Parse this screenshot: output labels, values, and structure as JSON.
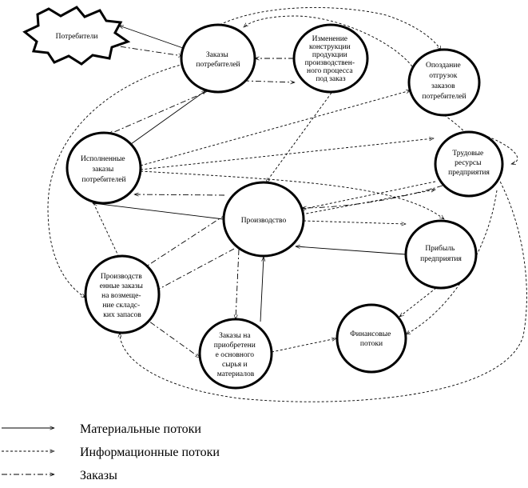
{
  "nodes": [
    {
      "id": "consumers",
      "lines": [
        "Потребители"
      ]
    },
    {
      "id": "orders",
      "lines": [
        "Заказы",
        "потребителей"
      ]
    },
    {
      "id": "change",
      "lines": [
        "Изменение",
        "конструкции",
        "продукции",
        "производствен-",
        "ного процесса",
        "под заказ"
      ]
    },
    {
      "id": "delay",
      "lines": [
        "Опоздание",
        "отгрузок",
        "заказов",
        "потребителей"
      ]
    },
    {
      "id": "fulfilled",
      "lines": [
        "Исполненные",
        "заказы",
        "потребителей"
      ]
    },
    {
      "id": "labor",
      "lines": [
        "Трудовые",
        "ресурсы",
        "предприятия"
      ]
    },
    {
      "id": "production",
      "lines": [
        "Производство"
      ]
    },
    {
      "id": "profit",
      "lines": [
        "Прибыль",
        "предприятия"
      ]
    },
    {
      "id": "prodorders",
      "lines": [
        "Производств",
        "енные заказы",
        "на возмеще-",
        "ние складс-",
        "ких запасов"
      ]
    },
    {
      "id": "finance",
      "lines": [
        "Финансовые",
        "потоки"
      ]
    },
    {
      "id": "purchase",
      "lines": [
        "Заказы на",
        "приобретени",
        "е основного",
        "сырья и",
        "материалов"
      ]
    }
  ],
  "legend": [
    {
      "style": "solid",
      "label": "Материальные потоки"
    },
    {
      "style": "dashed",
      "label": "Информационные потоки"
    },
    {
      "style": "dashdot",
      "label": "Заказы"
    }
  ],
  "colors": {
    "stroke": "#000000",
    "background": "#ffffff"
  }
}
